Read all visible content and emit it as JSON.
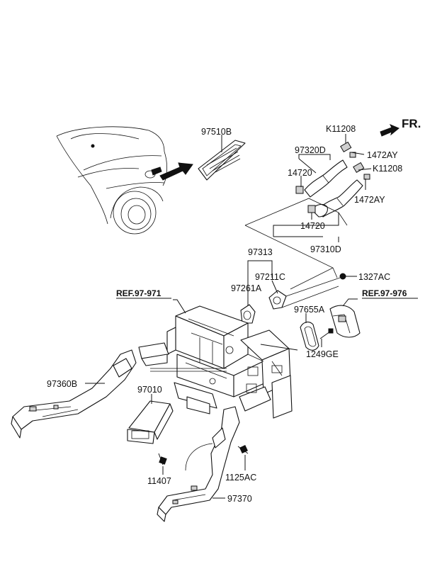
{
  "diagram": {
    "direction_label": "FR.",
    "refs": {
      "left": "REF.97-971",
      "right": "REF.97-976"
    },
    "labels": {
      "p97510B": "97510B",
      "pK11208a": "K11208",
      "p97320D": "97320D",
      "p1472AYa": "1472AY",
      "p14720a": "14720",
      "pK11208b": "K11208",
      "p1472AYb": "1472AY",
      "p14720b": "14720",
      "p97310D": "97310D",
      "p97313": "97313",
      "p97211C": "97211C",
      "p1327AC": "1327AC",
      "p97261A": "97261A",
      "p97655A": "97655A",
      "p1249GE": "1249GE",
      "p97360B": "97360B",
      "p97010": "97010",
      "p11407": "11407",
      "p1125AC": "1125AC",
      "p97370": "97370"
    },
    "icons": [
      "car-rear-icon",
      "direction-arrow-icon",
      "screw-icon",
      "clip-icon"
    ]
  }
}
